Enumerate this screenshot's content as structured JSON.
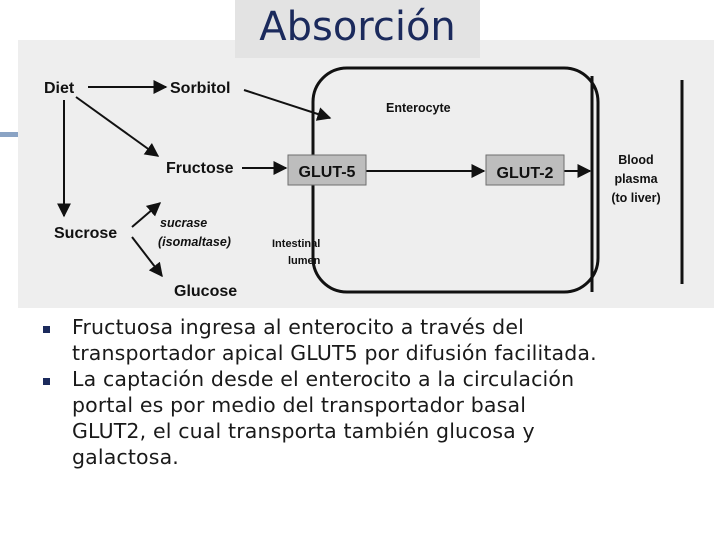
{
  "slide": {
    "title": "Absorción"
  },
  "figure": {
    "labels": {
      "diet": "Diet",
      "sorbitol": "Sorbitol",
      "fructose": "Fructose",
      "sucrose": "Sucrose",
      "sucrase": "sucrase",
      "isomaltase": "(isomaltase)",
      "glucose": "Glucose",
      "enterocyte": "Enterocyte",
      "glut5": "GLUT-5",
      "glut2": "GLUT-2",
      "blood_line1": "Blood",
      "blood_line2": "plasma",
      "blood_line3": "(to liver)",
      "lumen_line1": "Intestinal",
      "lumen_line2": "lumen"
    }
  },
  "bullets": [
    {
      "lines": [
        "Fructuosa ingresa al enterocito a través del",
        "transportador apical GLUT5 por difusión facilitada."
      ]
    },
    {
      "lines": [
        "La captación desde el enterocito a la circulación",
        "portal es por medio del transportador basal",
        "GLUT2, el cual transporta también glucosa y",
        "galactosa."
      ]
    }
  ]
}
